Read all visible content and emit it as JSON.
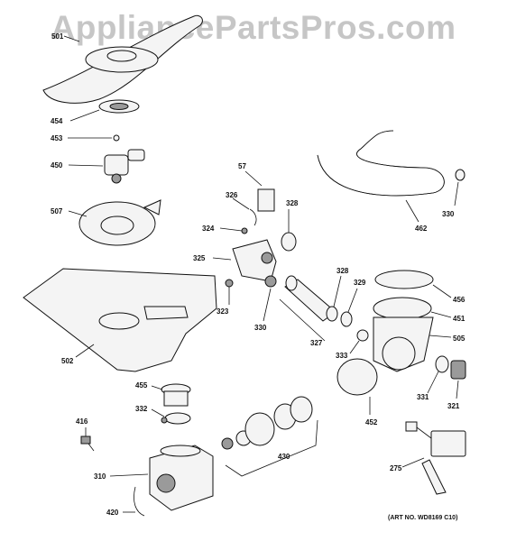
{
  "watermark": "AppliancePartsPros.com",
  "art_number": "(ART NO. WD8169 C10)",
  "callouts": {
    "c501": "501",
    "c454": "454",
    "c453": "453",
    "c450": "450",
    "c507": "507",
    "c57": "57",
    "c326": "326",
    "c328a": "328",
    "c324": "324",
    "c325": "325",
    "c323": "323",
    "c330a": "330",
    "c328b": "328",
    "c329": "329",
    "c327": "327",
    "c333": "333",
    "c462": "462",
    "c330b": "330",
    "c456": "456",
    "c451": "451",
    "c505": "505",
    "c502": "502",
    "c455": "455",
    "c332": "332",
    "c416": "416",
    "c310": "310",
    "c420": "420",
    "c430": "430",
    "c452": "452",
    "c331": "331",
    "c321": "321",
    "c275": "275"
  }
}
